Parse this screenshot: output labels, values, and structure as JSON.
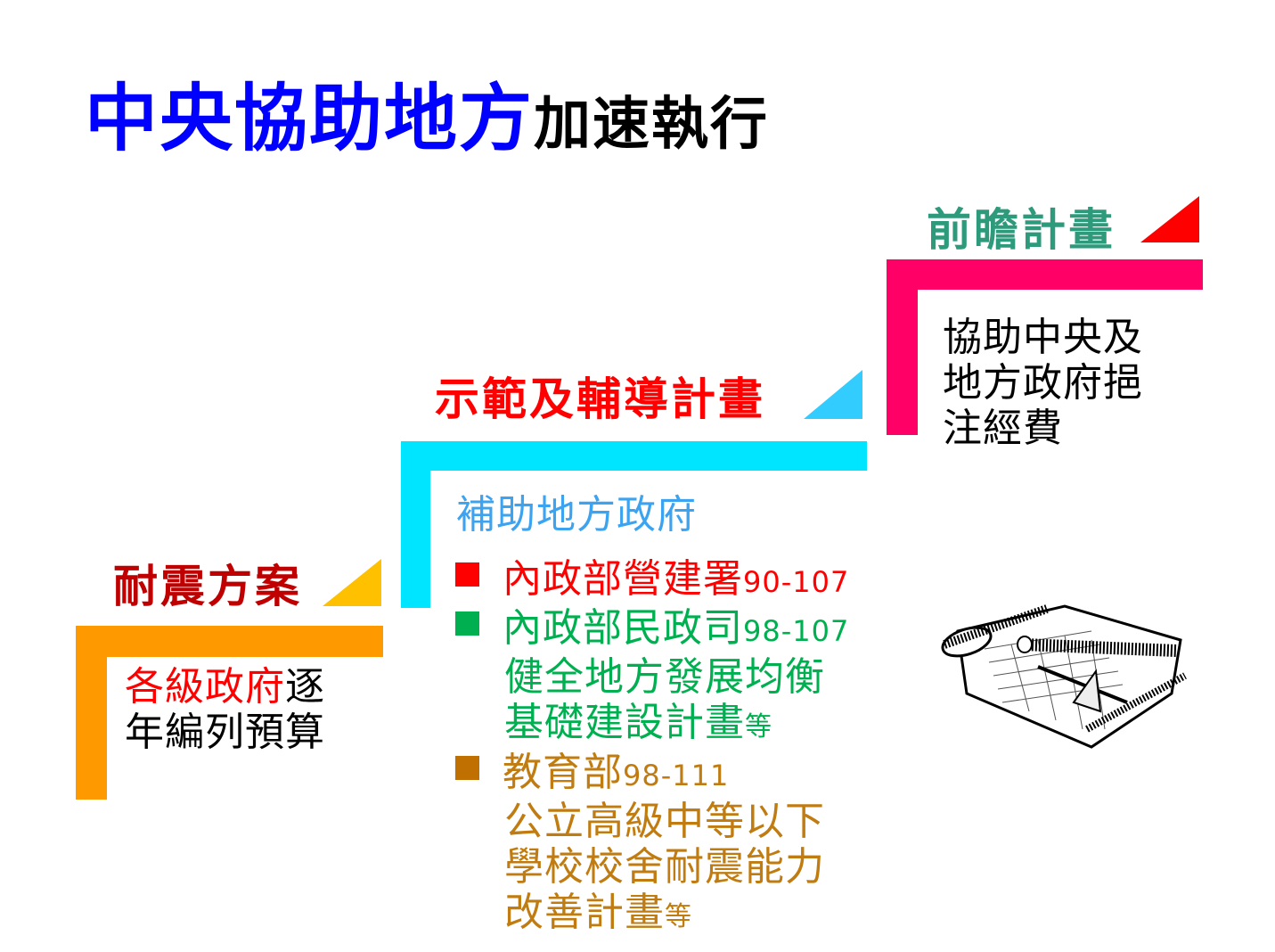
{
  "title": {
    "main": "中央協助地方",
    "sub": "加速執行"
  },
  "step1": {
    "heading": "耐震方案",
    "line1_red": "各級政府",
    "line1_black": "逐",
    "line2": "年編列預算",
    "colors": {
      "heading": "#c00000",
      "bar": "#ff9900",
      "triangle": "#ffc000"
    }
  },
  "step2": {
    "heading": "示範及輔導計畫",
    "subheading": "補助地方政府",
    "items": [
      {
        "label": "內政部營建署",
        "years": "90-107",
        "lines": [],
        "suffix": "",
        "color": "#ff0000"
      },
      {
        "label": "內政部民政司",
        "years": "98-107",
        "lines": [
          "健全地方發展均衡",
          "基礎建設計畫"
        ],
        "suffix": "等",
        "color": "#00b050"
      },
      {
        "label": "教育部",
        "years": "98-111",
        "lines": [
          "公立高級中等以下",
          "學校校舍耐震能力",
          "改善計畫"
        ],
        "suffix": "等",
        "color": "#c07c10"
      }
    ],
    "colors": {
      "heading": "#ff0000",
      "bar": "#00e5ff",
      "triangle": "#33ccff",
      "subheading": "#3ba3f0"
    }
  },
  "step3": {
    "heading": "前瞻計畫",
    "lines": [
      "協助中央及",
      "地方政府挹",
      "注經費"
    ],
    "colors": {
      "heading": "#2e9a7c",
      "bar": "#ff0066",
      "triangle": "#ff0000"
    }
  },
  "illustration": {
    "icon": "blueprint-icon"
  }
}
